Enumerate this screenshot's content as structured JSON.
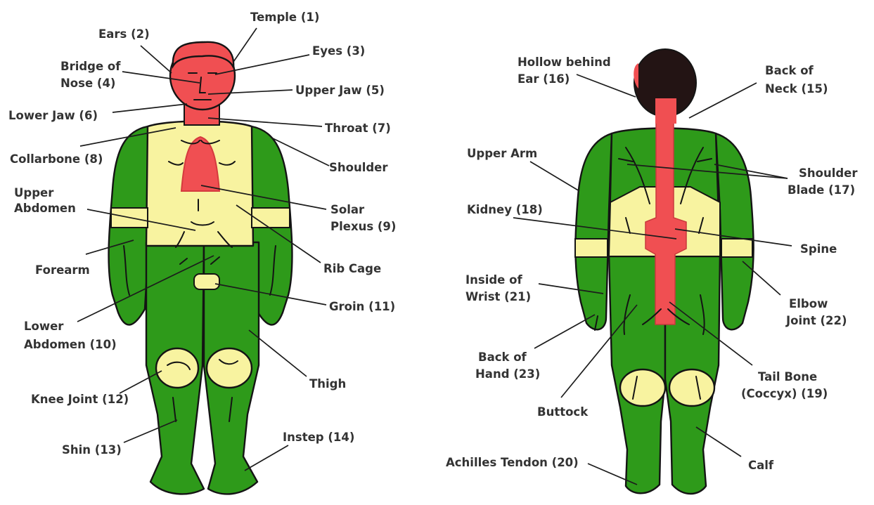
{
  "colors": {
    "green": "#2e9a1a",
    "yellow": "#f8f3a0",
    "red": "#f04f52",
    "hair": "#231414",
    "outline": "#141414",
    "text": "#333333"
  },
  "front": {
    "temple": "Temple (1)",
    "ears": "Ears (2)",
    "eyes": "Eyes (3)",
    "bridge_line1": "Bridge of",
    "bridge_line2": "Nose (4)",
    "upper_jaw": "Upper Jaw (5)",
    "lower_jaw": "Lower Jaw (6)",
    "throat": "Throat (7)",
    "collarbone": "Collarbone (8)",
    "shoulder": "Shoulder",
    "upper_abdomen_line1": "Upper",
    "upper_abdomen_line2": "Abdomen",
    "solar_line1": "Solar",
    "solar_line2": "Plexus (9)",
    "forearm": "Forearm",
    "rib_cage": "Rib Cage",
    "groin": "Groin (11)",
    "lower_abdomen_line1": "Lower",
    "lower_abdomen_line2": "Abdomen (10)",
    "thigh": "Thigh",
    "knee_joint": "Knee Joint (12)",
    "instep": "Instep (14)",
    "shin": "Shin (13)"
  },
  "back": {
    "hollow_line1": "Hollow behind",
    "hollow_line2": "Ear (16)",
    "back_neck_line1": "Back of",
    "back_neck_line2": "Neck (15)",
    "upper_arm": "Upper Arm",
    "shoulder_blade_line1": "Shoulder",
    "shoulder_blade_line2": "Blade (17)",
    "kidney": "Kidney (18)",
    "spine": "Spine",
    "inside_wrist_line1": "Inside of",
    "inside_wrist_line2": "Wrist (21)",
    "elbow_line1": "Elbow",
    "elbow_line2": "Joint (22)",
    "back_hand_line1": "Back of",
    "back_hand_line2": "Hand (23)",
    "tail_line1": "Tail Bone",
    "tail_line2": "(Coccyx) (19)",
    "buttock": "Buttock",
    "achilles": "Achilles Tendon (20)",
    "calf": "Calf"
  }
}
